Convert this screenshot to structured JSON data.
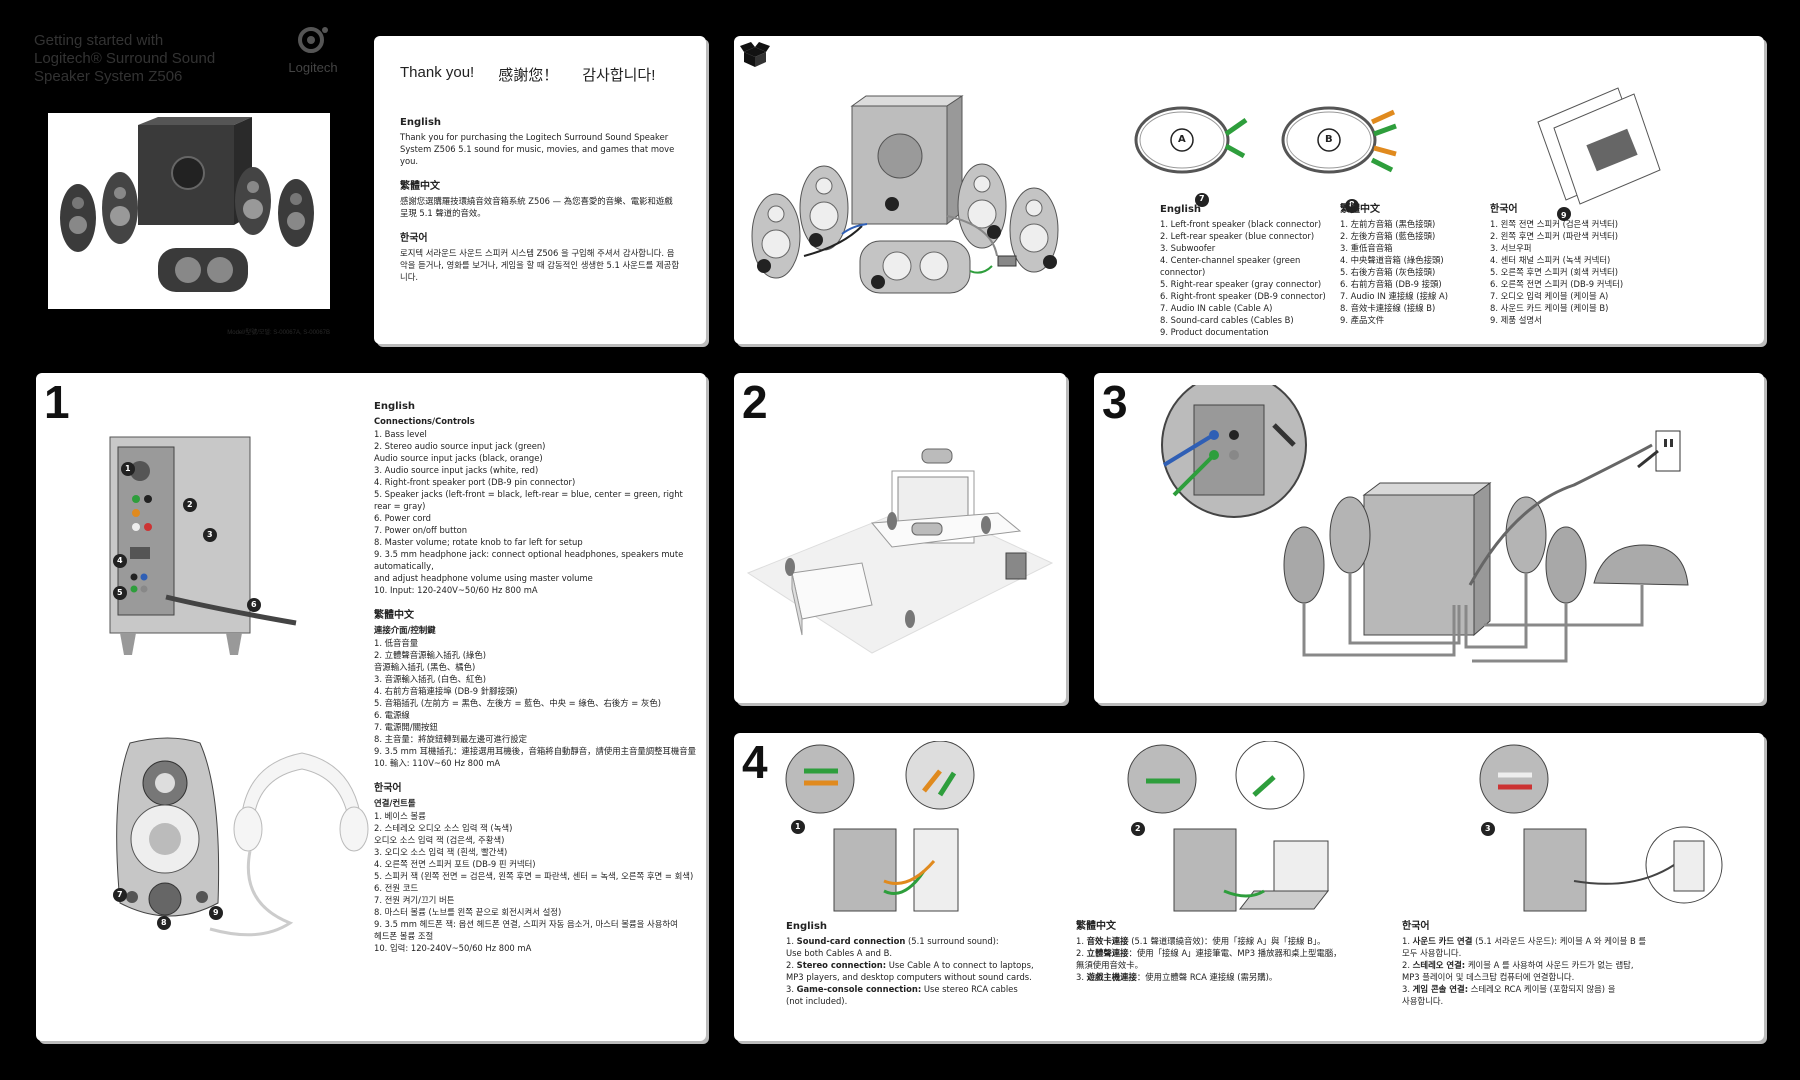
{
  "cover": {
    "title_lines": [
      "Getting started with",
      "Logitech® Surround Sound",
      "Speaker System Z506"
    ],
    "logo_text": "Logitech",
    "model_text": "Model/型號/모델: S-00067A, S-00067B"
  },
  "thanks_panel": {
    "thanks": [
      "Thank you!",
      "感謝您！",
      "감사합니다!"
    ],
    "sections": [
      {
        "heading": "English",
        "body": "Thank you for purchasing the Logitech Surround Sound Speaker System Z506 5.1 sound for music, movies, and games that move you."
      },
      {
        "heading": "繁體中文",
        "body": "感謝您選購羅技環繞音效音箱系統 Z506 — 為您喜愛的音樂、電影和遊戲呈現 5.1 聲道的音效。"
      },
      {
        "heading": "한국어",
        "body": "로지텍 서라운드 사운드 스피커 시스템 Z506 을 구입해 주셔서 감사합니다. 음악을 듣거나, 영화를 보거나, 게임을 할 때 감동적인 생생한 5.1 사운드를 제공합니다."
      }
    ]
  },
  "box_panel": {
    "cable_labels": [
      "A",
      "B"
    ],
    "item_numbers": [
      "1",
      "2",
      "3",
      "4",
      "5",
      "6",
      "7",
      "8",
      "9"
    ],
    "lists": [
      {
        "heading": "English",
        "items": [
          "1.  Left-front speaker (black connector)",
          "2.  Left-rear speaker (blue connector)",
          "3.  Subwoofer",
          "4.  Center-channel speaker (green connector)",
          "5.  Right-rear speaker (gray connector)",
          "6.  Right-front speaker (DB-9 connector)",
          "7.  Audio IN cable (Cable A)",
          "8.  Sound-card cables (Cables B)",
          "9.  Product documentation"
        ]
      },
      {
        "heading": "繁體中文",
        "items": [
          "1.  左前方音箱 (黑色接頭)",
          "2.  左後方音箱 (藍色接頭)",
          "3.  重低音音箱",
          "4.  中央聲道音箱 (綠色接頭)",
          "5.  右後方音箱 (灰色接頭)",
          "6.  右前方音箱 (DB-9 接頭)",
          "7.  Audio IN 連接線 (接線 A)",
          "8.  音效卡連接線 (接線 B)",
          "9.  產品文件"
        ]
      },
      {
        "heading": "한국어",
        "items": [
          "1.  왼쪽 전면 스피커 (검은색 커넥터)",
          "2.  왼쪽 후면 스피커 (파란색 커넥터)",
          "3.  서브우퍼",
          "4.  센터 채널 스피커 (녹색 커넥터)",
          "5.  오른쪽 후면 스피커 (회색 커넥터)",
          "6.  오른쪽 전면 스피커 (DB-9 커넥터)",
          "7.  오디오 입력 케이블 (케이블 A)",
          "8.  사운드 카드 케이블 (케이블 B)",
          "9.  제품 설명서"
        ]
      }
    ]
  },
  "step1": {
    "number": "1",
    "callouts": [
      "1",
      "2",
      "3",
      "4",
      "5",
      "6",
      "7",
      "8",
      "9"
    ],
    "sections": [
      {
        "heading": "English",
        "subheading": "Connections/Controls",
        "items": [
          "1.  Bass level",
          "2.  Stereo audio source input jack (green)\n     Audio source input jacks (black, orange)",
          "3.  Audio source input jacks (white, red)",
          "4.  Right-front speaker port (DB-9 pin connector)",
          "5.  Speaker jacks (left-front = black,  left-rear = blue, center = green, right rear = gray)",
          "6.  Power cord",
          "7.  Power on/off button",
          "8.  Master volume; rotate knob to far left for setup",
          "9.  3.5 mm headphone jack: connect optional headphones, speakers mute automatically,\n     and adjust headphone volume using master volume",
          "10. Input: 120-240V~50/60 Hz 800 mA"
        ]
      },
      {
        "heading": "繁體中文",
        "subheading": "連接介面/控制鍵",
        "items": [
          "1.  低音音量",
          "2.  立體聲音源輸入插孔 (綠色)\n     音源輸入插孔 (黑色、橘色)",
          "3.  音源輸入插孔 (白色、紅色)",
          "4.  右前方音箱連接埠 (DB-9 針腳接頭)",
          "5.  音箱插孔 (左前方 = 黑色、左後方 = 藍色、中央 = 綠色、右後方 = 灰色)",
          "6.  電源線",
          "7.  電源開/關按鈕",
          "8.  主音量：將旋鈕轉到最左邊可進行設定",
          "9.  3.5 mm 耳機插孔：連接選用耳機後，音箱將自動靜音，請使用主音量調整耳機音量",
          "10. 輸入: 110V~60 Hz 800 mA"
        ]
      },
      {
        "heading": "한국어",
        "subheading": "연결/컨트롤",
        "items": [
          "1.  베이스 볼륨",
          "2.  스테레오 오디오 소스 입력 잭 (녹색)\n     오디오 소스 입력 잭 (검은색, 주황색)",
          "3.  오디오 소스 입력 잭 (흰색, 빨간색)",
          "4.  오른쪽 전면 스피커 포트 (DB-9 핀 커넥터)",
          "5.  스피커 잭 (왼쪽 전면 = 검은색, 왼쪽 후면 = 파란색, 센터 = 녹색, 오른쪽 후면 = 회색)",
          "6.  전원 코드",
          "7.  전원 켜기/끄기 버튼",
          "8.  마스터 볼륨 (노브를 왼쪽 끝으로 회전시켜서 설정)",
          "9.  3.5 mm 헤드폰 잭: 옵션 헤드폰 연결, 스피커 자동 음소거, 마스터 볼륨을 사용하여\n     헤드폰 볼륨 조절",
          "10. 입력: 120-240V~50/60 Hz 800 mA"
        ]
      }
    ]
  },
  "step2": {
    "number": "2"
  },
  "step3": {
    "number": "3"
  },
  "step4": {
    "number": "4",
    "callouts": [
      "1",
      "2",
      "3"
    ],
    "sections": [
      {
        "heading": "English",
        "items": [
          {
            "bold": "Sound-card connection",
            "rest": " (5.1 surround sound):\n     Use both Cables A and B."
          },
          {
            "bold": "Stereo connection:",
            "rest": " Use Cable A to connect to laptops,\n     MP3 players, and desktop computers without sound cards."
          },
          {
            "bold": "Game-console connection:",
            "rest": " Use stereo RCA cables\n     (not included)."
          }
        ]
      },
      {
        "heading": "繁體中文",
        "items": [
          {
            "bold": "音效卡連接",
            "rest": " (5.1 聲道環繞音效)：使用「接線 A」與「接線 B」。"
          },
          {
            "bold": "立體聲連接",
            "rest": "：使用「接線 A」連接筆電、MP3 播放器和桌上型電腦，\n     無須使用音效卡。"
          },
          {
            "bold": "遊戲主機連接",
            "rest": "：使用立體聲 RCA 連接線 (需另購)。"
          }
        ]
      },
      {
        "heading": "한국어",
        "items": [
          {
            "bold": "사운드 카드 연결",
            "rest": " (5.1 서라운드 사운드): 케이블 A 와 케이블 B 를\n     모두 사용합니다."
          },
          {
            "bold": "스테레오 연결:",
            "rest": " 케이블 A 를 사용하여 사운드 카드가 없는 랩탑,\n     MP3 플레이어 및 데스크탑 컴퓨터에 연결합니다."
          },
          {
            "bold": "게임 콘솔 연결:",
            "rest": " 스테레오 RCA 케이블 (포함되지 않음) 을\n     사용합니다."
          }
        ]
      }
    ]
  },
  "colors": {
    "green": "#2e9e3c",
    "orange": "#e08a1e",
    "blue": "#2f5fb5",
    "gray_speaker": "#8a8a8a"
  },
  "icons": {
    "box": "box-icon",
    "power_outlet": "power-outlet-icon",
    "logo": "logitech-logo-icon"
  }
}
